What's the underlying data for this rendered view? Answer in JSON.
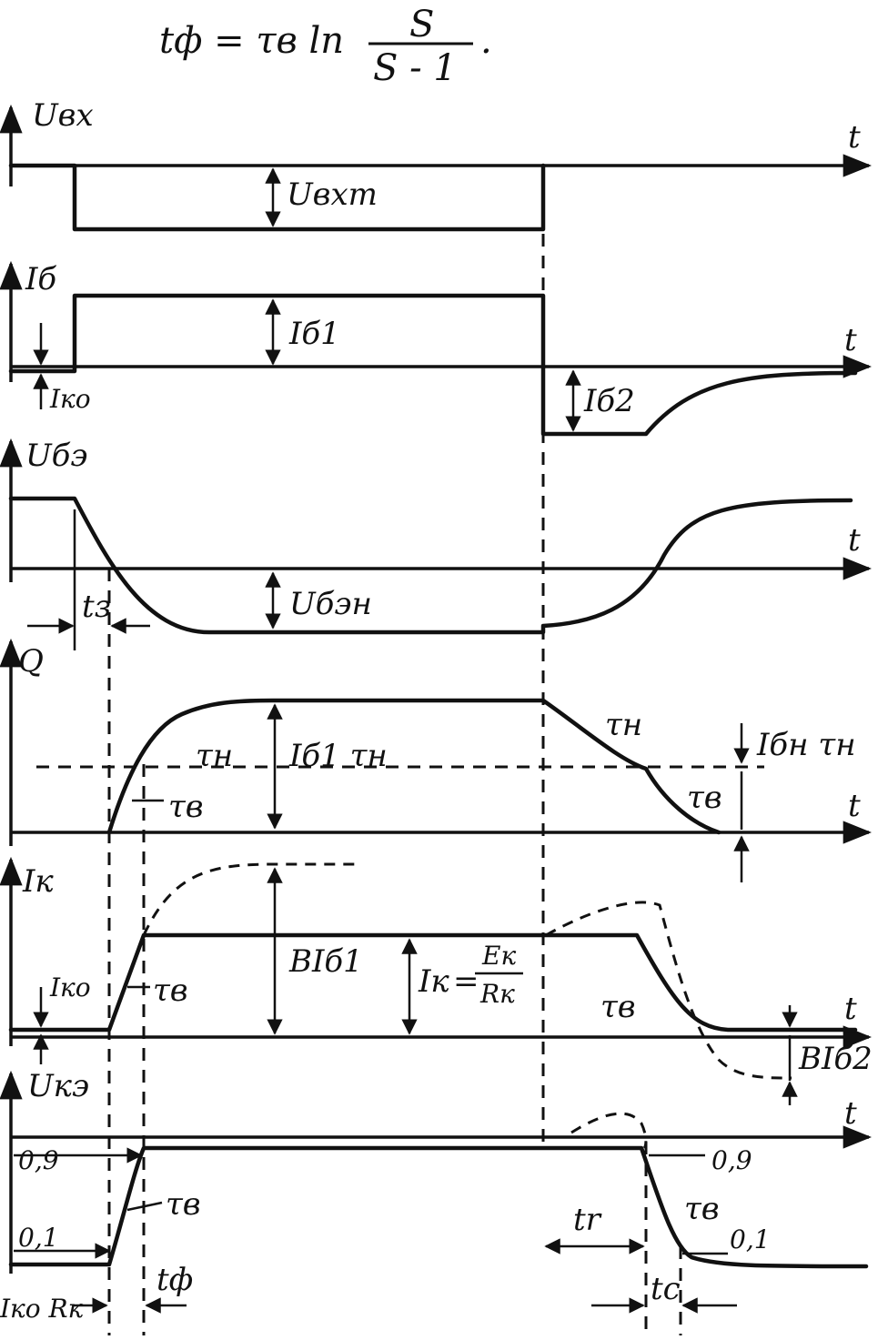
{
  "formula": {
    "lhs": "tф = τв ln",
    "numerator": "S",
    "denominator": "S - 1",
    "end": "."
  },
  "axis_t_label": "t",
  "panels": [
    {
      "id": "u_in",
      "axis_label": "Uвх",
      "annotations": [
        "Uвхm"
      ]
    },
    {
      "id": "i_base",
      "axis_label": "Iб",
      "annotations": [
        "Iб1",
        "Iко",
        "Iб2"
      ]
    },
    {
      "id": "u_be",
      "axis_label": "Uбэ",
      "annotations": [
        "Uбэн",
        "tз"
      ]
    },
    {
      "id": "charge",
      "axis_label": "Q",
      "annotations": [
        "τн",
        "τв",
        "Iб1 τн",
        "Iбн τн",
        "τн",
        "τв"
      ]
    },
    {
      "id": "i_collector",
      "axis_label": "Iк",
      "annotations": [
        "Iко",
        "τв",
        "BIб1",
        "Iк",
        "Eк",
        "Rк",
        "τв",
        "BIб2"
      ]
    },
    {
      "id": "u_ce",
      "axis_label": "Uкэ",
      "annotations": [
        "0,9",
        "0,1",
        "τв",
        "tф",
        "Iко Rк",
        "tr",
        "0,9",
        "τв",
        "0,1",
        "tс"
      ]
    }
  ]
}
